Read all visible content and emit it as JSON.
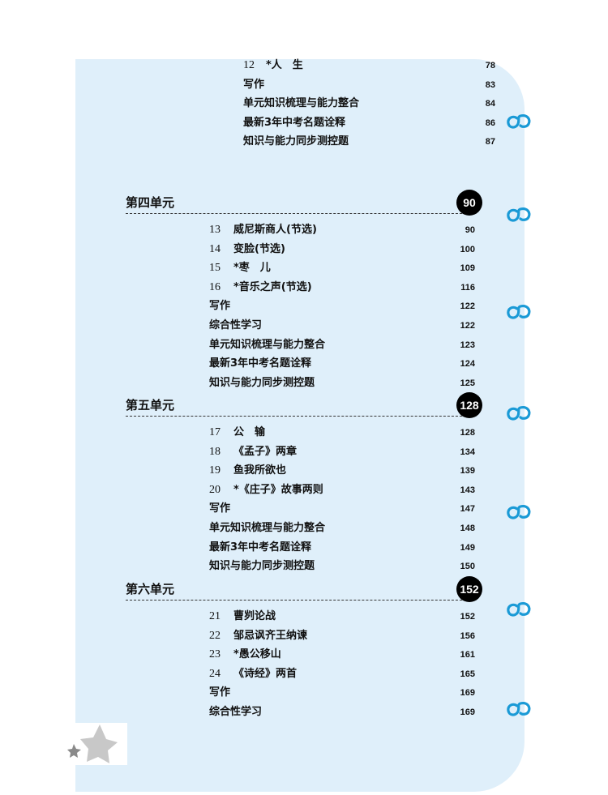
{
  "intro_items": [
    {
      "num": "12",
      "title": "*人　生",
      "page": "78"
    },
    {
      "num": "",
      "title": "写作",
      "page": "83"
    },
    {
      "num": "",
      "title": "单元知识梳理与能力整合",
      "page": "84"
    },
    {
      "num": "",
      "title": "最新3年中考名题诠释",
      "page": "86"
    },
    {
      "num": "",
      "title": "知识与能力同步测控题",
      "page": "87"
    }
  ],
  "units": [
    {
      "title": "第四单元",
      "badge": "90",
      "items": [
        {
          "num": "13",
          "title": "威尼斯商人(节选)",
          "page": "90"
        },
        {
          "num": "14",
          "title": "变脸(节选)",
          "page": "100"
        },
        {
          "num": "15",
          "title": "*枣　儿",
          "page": "109"
        },
        {
          "num": "16",
          "title": "*音乐之声(节选)",
          "page": "116"
        },
        {
          "num": "",
          "title": "写作",
          "page": "122"
        },
        {
          "num": "",
          "title": "综合性学习",
          "page": "122"
        },
        {
          "num": "",
          "title": "单元知识梳理与能力整合",
          "page": "123"
        },
        {
          "num": "",
          "title": "最新3年中考名题诠释",
          "page": "124"
        },
        {
          "num": "",
          "title": "知识与能力同步测控题",
          "page": "125"
        }
      ]
    },
    {
      "title": "第五单元",
      "badge": "128",
      "items": [
        {
          "num": "17",
          "title": "公　输",
          "page": "128"
        },
        {
          "num": "18",
          "title": "《孟子》两章",
          "page": "134"
        },
        {
          "num": "19",
          "title": "鱼我所欲也",
          "page": "139"
        },
        {
          "num": "20",
          "title": "*《庄子》故事两则",
          "page": "143"
        },
        {
          "num": "",
          "title": "写作",
          "page": "147"
        },
        {
          "num": "",
          "title": "单元知识梳理与能力整合",
          "page": "148"
        },
        {
          "num": "",
          "title": "最新3年中考名题诠释",
          "page": "149"
        },
        {
          "num": "",
          "title": "知识与能力同步测控题",
          "page": "150"
        }
      ]
    },
    {
      "title": "第六单元",
      "badge": "152",
      "items": [
        {
          "num": "21",
          "title": "曹刿论战",
          "page": "152"
        },
        {
          "num": "22",
          "title": "邹忌讽齐王纳谏",
          "page": "156"
        },
        {
          "num": "23",
          "title": "*愚公移山",
          "page": "161"
        },
        {
          "num": "24",
          "title": "《诗经》两首",
          "page": "165"
        },
        {
          "num": "",
          "title": "写作",
          "page": "169"
        },
        {
          "num": "",
          "title": "综合性学习",
          "page": "169"
        }
      ]
    }
  ],
  "colors": {
    "panel": "#dfeffa",
    "ring": "#1a9ad6"
  }
}
